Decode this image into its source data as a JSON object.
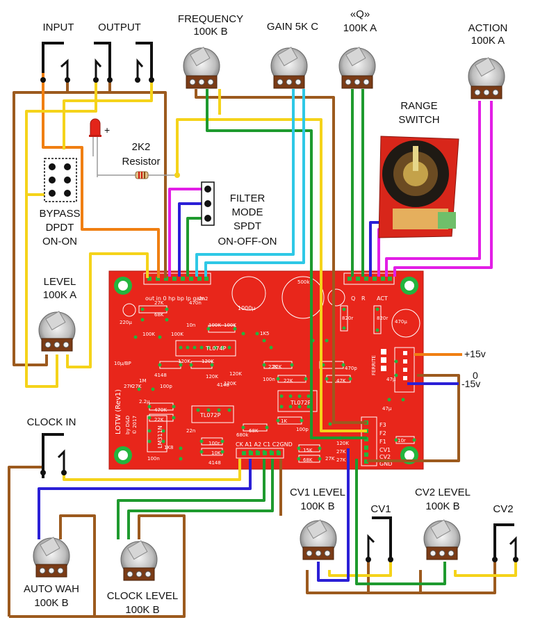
{
  "labels": {
    "input": "INPUT",
    "output": "OUTPUT",
    "frequency": [
      "FREQUENCY",
      "100K B"
    ],
    "gain": "GAIN 5K C",
    "q": [
      "«Q»",
      "100K A"
    ],
    "action": [
      "ACTION",
      "100K A"
    ],
    "range_switch": [
      "RANGE",
      "SWITCH"
    ],
    "resistor": [
      "2K2",
      "Resistor"
    ],
    "filter_mode": [
      "FILTER",
      "MODE",
      "SPDT",
      "ON-OFF-ON"
    ],
    "bypass": [
      "BYPASS",
      "DPDT",
      "ON-ON"
    ],
    "level": [
      "LEVEL",
      "100K A"
    ],
    "clock_in": "CLOCK IN",
    "cv1_level": [
      "CV1 LEVEL",
      "100K B"
    ],
    "cv1": "CV1",
    "cv2_level": [
      "CV2 LEVEL",
      "100K B"
    ],
    "cv2": "CV2",
    "auto_wah": [
      "AUTO WAH",
      "100K B"
    ],
    "clock_level": [
      "CLOCK LEVEL",
      "100K B"
    ],
    "led_plus": "+"
  },
  "power": {
    "plus15": "+15v",
    "zero": "0",
    "minus15": "-15v"
  },
  "pcb": {
    "name": "LOTW (Rev1)",
    "by": "by D&D",
    "year": "© 2017",
    "header_top_left": "out  in  0  hp bp lp  gain",
    "header_top_right": [
      "Q",
      "R",
      "ACT"
    ],
    "header_right": [
      "F3",
      "F2",
      "F1",
      "CV1",
      "CV2",
      "GND"
    ],
    "header_bottom": "CK A1 A2 C1 C2GND",
    "cap_big": "1000μ",
    "trim": "500k",
    "ics": [
      "TL074P",
      "TL072P",
      "LM311N",
      "TL072P"
    ],
    "ferrite": "FERRITE",
    "parts": [
      "27K",
      "68K",
      "470n",
      "2n2",
      "220μ",
      "100K",
      "100K",
      "100K",
      "10n",
      "120K",
      "120K",
      "100K",
      "10μ/BP",
      "4148",
      "27K",
      "27K",
      "1M",
      "120K",
      "120K",
      "120K",
      "100p",
      "2.2μ",
      "470K",
      "22K",
      "22K",
      "22K",
      "1K5",
      "22K",
      "1K",
      "68K",
      "47K",
      "470p",
      "47μ",
      "47μ",
      "10r",
      "120K",
      "27K",
      "27K",
      "15K",
      "68K",
      "27K",
      "100n",
      "22n",
      "100r",
      "10K",
      "680k",
      "1K8",
      "4148",
      "4148",
      "820r",
      "820r",
      "470μ",
      "100p",
      "100n"
    ]
  },
  "colors": {
    "brown": "#9c5a1e",
    "orange": "#f07f12",
    "yellow": "#f5d31a",
    "green": "#1e9a2e",
    "cyan": "#2ec8e6",
    "blue": "#2b1fd6",
    "magenta": "#e21ee6",
    "pcb": "#e8261b",
    "pcb_dark": "#c51d14"
  }
}
